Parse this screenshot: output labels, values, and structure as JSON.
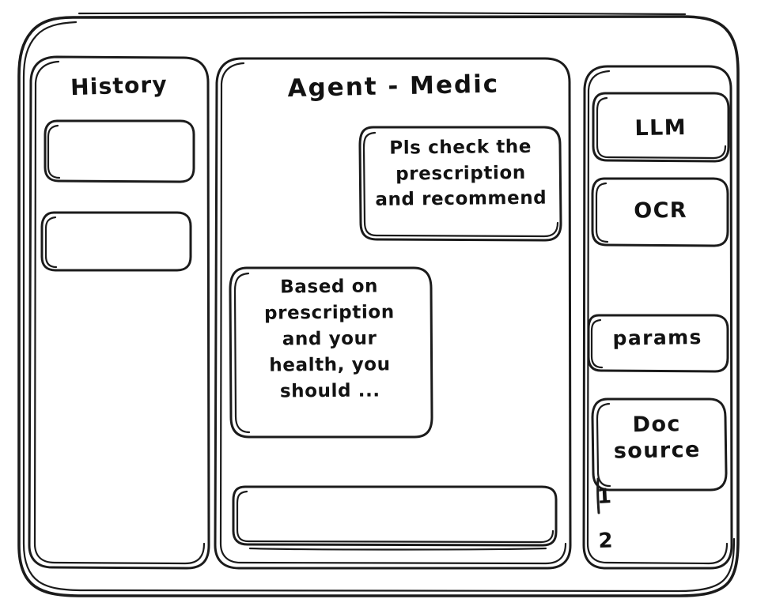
{
  "window": {
    "frame_label": "app-window",
    "background_color": "#ffffff",
    "ink_color": "#1b1b1b"
  },
  "sidebar_left": {
    "title": "History",
    "items": [
      {
        "label": "",
        "name": "history-item-1"
      },
      {
        "label": "",
        "name": "history-item-2"
      }
    ]
  },
  "main": {
    "title": "Agent - Medic",
    "messages": [
      {
        "role": "user",
        "text": "Pls check the\nprescription\nand recommend"
      },
      {
        "role": "agent",
        "text": "Based on\nprescription\nand your\nhealth, you\nshould ..."
      }
    ],
    "composer": {
      "value": "",
      "placeholder": ""
    }
  },
  "sidebar_right": {
    "tools": [
      {
        "label": "LLM",
        "name": "tool-llm"
      },
      {
        "label": "OCR",
        "name": "tool-ocr"
      },
      {
        "label": "params",
        "name": "tool-params"
      },
      {
        "label": "Doc\nsource",
        "name": "tool-doc-source"
      }
    ],
    "doc_sources": [
      {
        "label": "1"
      },
      {
        "label": "2"
      }
    ]
  }
}
